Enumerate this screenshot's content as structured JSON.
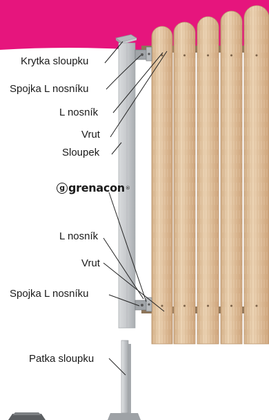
{
  "colors": {
    "banner": "#e6157d",
    "board": "#e3c6a2",
    "post": "#c6c8ca",
    "bracket": "#a0a4a8",
    "leader": "#222222"
  },
  "labels": {
    "post_cap": "Krytka sloupku",
    "l_bracket_connector_top": "Spojka L nosníku",
    "l_bracket_top": "L nosník",
    "screw_top": "Vrut",
    "post": "Sloupek",
    "l_bracket_bottom": "L nosník",
    "screw_bottom": "Vrut",
    "l_bracket_connector_bottom": "Spojka L nosníku",
    "post_foot": "Patka sloupku"
  },
  "brand": {
    "icon": "g-circle-logo",
    "name": "grenacon",
    "mark": "®"
  }
}
